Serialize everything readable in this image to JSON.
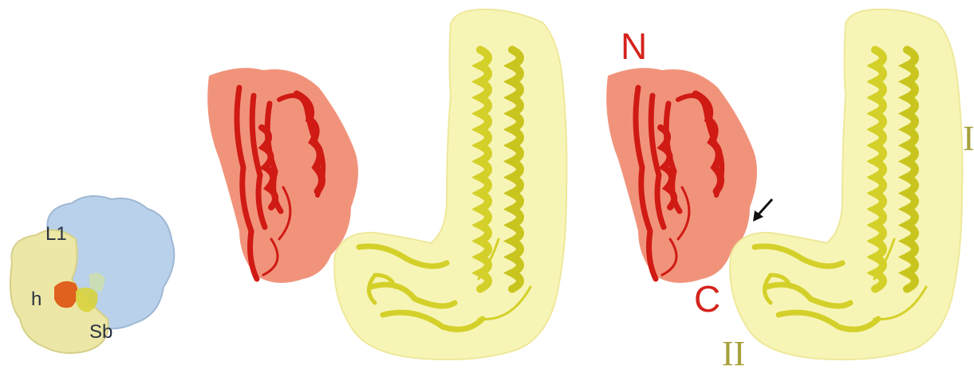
{
  "figure": {
    "inset_labels": {
      "l1": "L1",
      "h": "h",
      "sb": "Sb"
    },
    "terminus_labels": {
      "n": "N",
      "c": "C"
    },
    "domain_labels": {
      "i": "I",
      "ii": "II"
    },
    "colors": {
      "background": "#ffffff",
      "ribosome_blue": "#b9d1ea",
      "ribosome_yellow": "#ece7a6",
      "salmon_density": "#f08d74",
      "red_ribbon": "#d01a14",
      "yellow_density": "#f7f5b6",
      "yellow_ribbon": "#d4d02a",
      "terminus_red": "#d4231c",
      "domain_olive": "#a6a13a",
      "arrow": "#111111"
    },
    "icons": [
      "ribosome-density-icon",
      "protein-density-icon",
      "alpha-helix-icon",
      "beta-sheet-icon",
      "arrow-icon"
    ]
  }
}
